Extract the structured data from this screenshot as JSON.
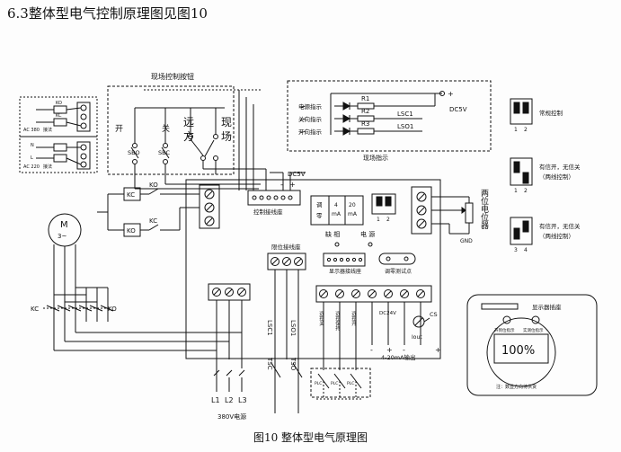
{
  "title": "6.3整体型电气控制原理图见图10",
  "caption": "图10 整体型电气原理图",
  "labels": {
    "onsite_buttons": "现场控制按钮",
    "open": "开",
    "close": "关",
    "remote_char1": "远",
    "remote_char2": "方",
    "site_char1": "现",
    "site_char2": "场",
    "sbo": "SBO",
    "sbc": "SBC",
    "power_indicator": "电源指示",
    "close_indicator": "关向指示",
    "open_indicator": "开向指示",
    "r1": "R1",
    "r2": "R2",
    "r3": "R3",
    "lsc1_ind": "LSC1",
    "lso1_ind": "LSO1",
    "dc5v_ind": "DC5V",
    "plus_ind": "+",
    "onsite_indicator": "现场指示",
    "ac380": "AC 380",
    "ac220": "AC 220",
    "supply_small": "接法",
    "ko_small": "KO",
    "kc_small": "KC",
    "n_small": "N",
    "l_small": "L",
    "dc5v_top": "DC5V",
    "minus": "-",
    "plus": "+",
    "ctrl_terminal": "控制接线座",
    "kc_a": "KC",
    "ko_a": "KO",
    "kc_b": "KC",
    "ko_b": "KO",
    "motor_m": "M",
    "motor_3": "3~",
    "kc_left": "KC",
    "ko_right": "KO",
    "adj_zero_1": "调",
    "adj_zero_2": "零",
    "ma4_1": "4",
    "ma4_2": "mA",
    "ma20_1": "20",
    "ma20_2": "mA",
    "dip_1": "1",
    "dip_2": "2",
    "phase_loss": "缺 相",
    "power_led": "电 源",
    "pot_label": "两位电位器",
    "gnd": "GND",
    "limit_terminal": "限位接线座",
    "display_terminal": "显示器接线座",
    "adj_test": "调零测试点",
    "remote_close": "远控关",
    "remote_hold": "远控保持",
    "remote_open": "远控开",
    "dc24v": "DC24V",
    "iout": "Iout",
    "cs": "CS",
    "output_4_20": "4-20mA输出",
    "lsc1": "LSC1",
    "lso1": "LSO1",
    "tsc": "TSC",
    "tso": "TSO",
    "l1": "L1",
    "l2": "L2",
    "l3": "L3",
    "mains": "380V电源",
    "mode_normal": "常规控制",
    "mode_2wire": "有信开，无信关",
    "mode_2wire_sub": "（两线控制）",
    "mode_2wire_b": "有信开，无信关",
    "mode_2wire_b_sub": "（两线控制）",
    "sw_1": "1",
    "sw_2": "2",
    "sw_1b": "1",
    "sw_2b": "2",
    "sw_3": "3",
    "sw_4": "4",
    "display_seat": "显示器插座",
    "display_value": "100%",
    "disp_open_limit": "开到位指示",
    "disp_feedback": "实测位指示",
    "disp_note": "注：数显方向待供货",
    "mini_a": "PLC",
    "mini_b": "PLC",
    "mini_c": "PLC"
  }
}
